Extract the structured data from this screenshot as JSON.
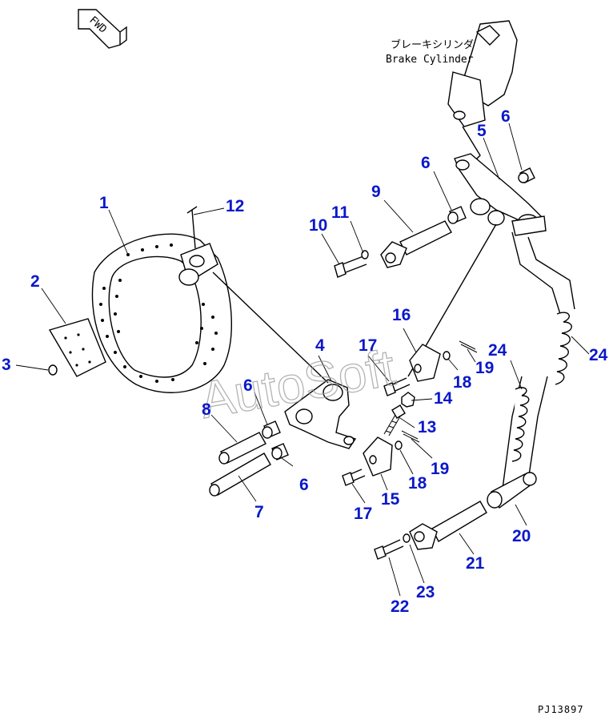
{
  "fwd_label": "FWD",
  "brake_cylinder": {
    "label_jp": "ブレーキシリンダ",
    "label_en": "Brake Cylinder"
  },
  "watermark": "AutoSoft",
  "drawing_ref": "PJ13897",
  "callouts": {
    "c1": "1",
    "c2": "2",
    "c3": "3",
    "c4": "4",
    "c5": "5",
    "c6a": "6",
    "c6b": "6",
    "c6c": "6",
    "c6d": "6",
    "c7": "7",
    "c8": "8",
    "c9": "9",
    "c10": "10",
    "c11": "11",
    "c12": "12",
    "c13": "13",
    "c14": "14",
    "c15": "15",
    "c16": "16",
    "c17a": "17",
    "c17b": "17",
    "c18a": "18",
    "c18b": "18",
    "c19a": "19",
    "c19b": "19",
    "c20": "20",
    "c21": "21",
    "c22": "22",
    "c23": "23",
    "c24a": "24",
    "c24b": "24"
  },
  "colors": {
    "callout": "#0a18c8",
    "line": "#000000",
    "watermark": "#9a9a9a"
  }
}
